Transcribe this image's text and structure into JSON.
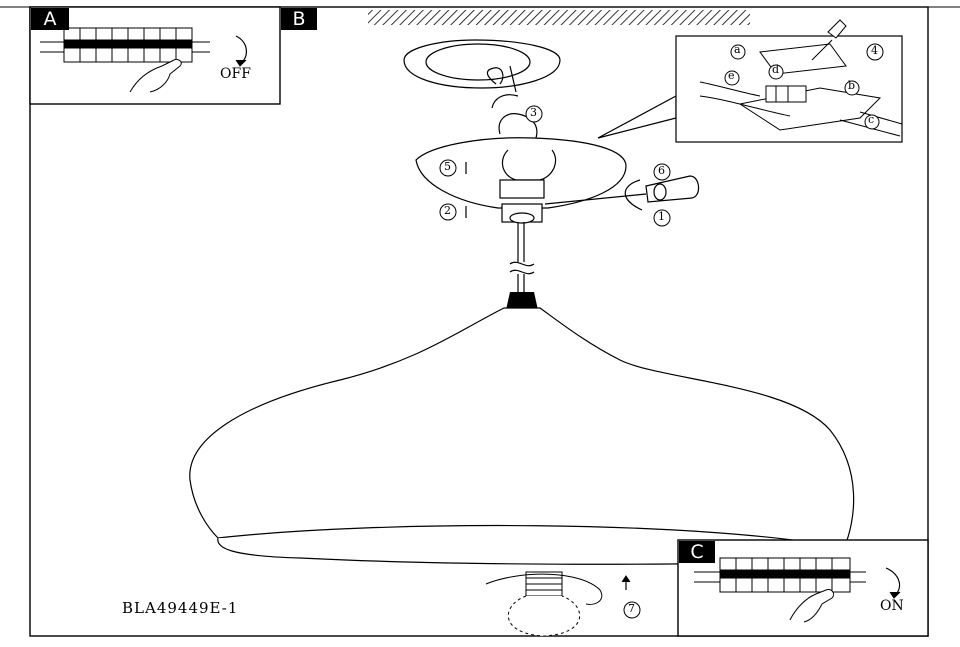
{
  "panels": {
    "a": {
      "tag": "A",
      "text": "OFF"
    },
    "b": {
      "tag": "B"
    },
    "c": {
      "tag": "C",
      "text": "ON"
    }
  },
  "steps": {
    "s1": "1",
    "s2": "2",
    "s3": "3",
    "s4": "4",
    "s5": "5",
    "s6": "6",
    "s7": "7"
  },
  "wires": {
    "a": "a",
    "b": "b",
    "c": "c",
    "d": "d",
    "e": "e"
  },
  "model_code": "BLA49449E-1",
  "colors": {
    "ink": "#000000",
    "paper": "#ffffff"
  }
}
